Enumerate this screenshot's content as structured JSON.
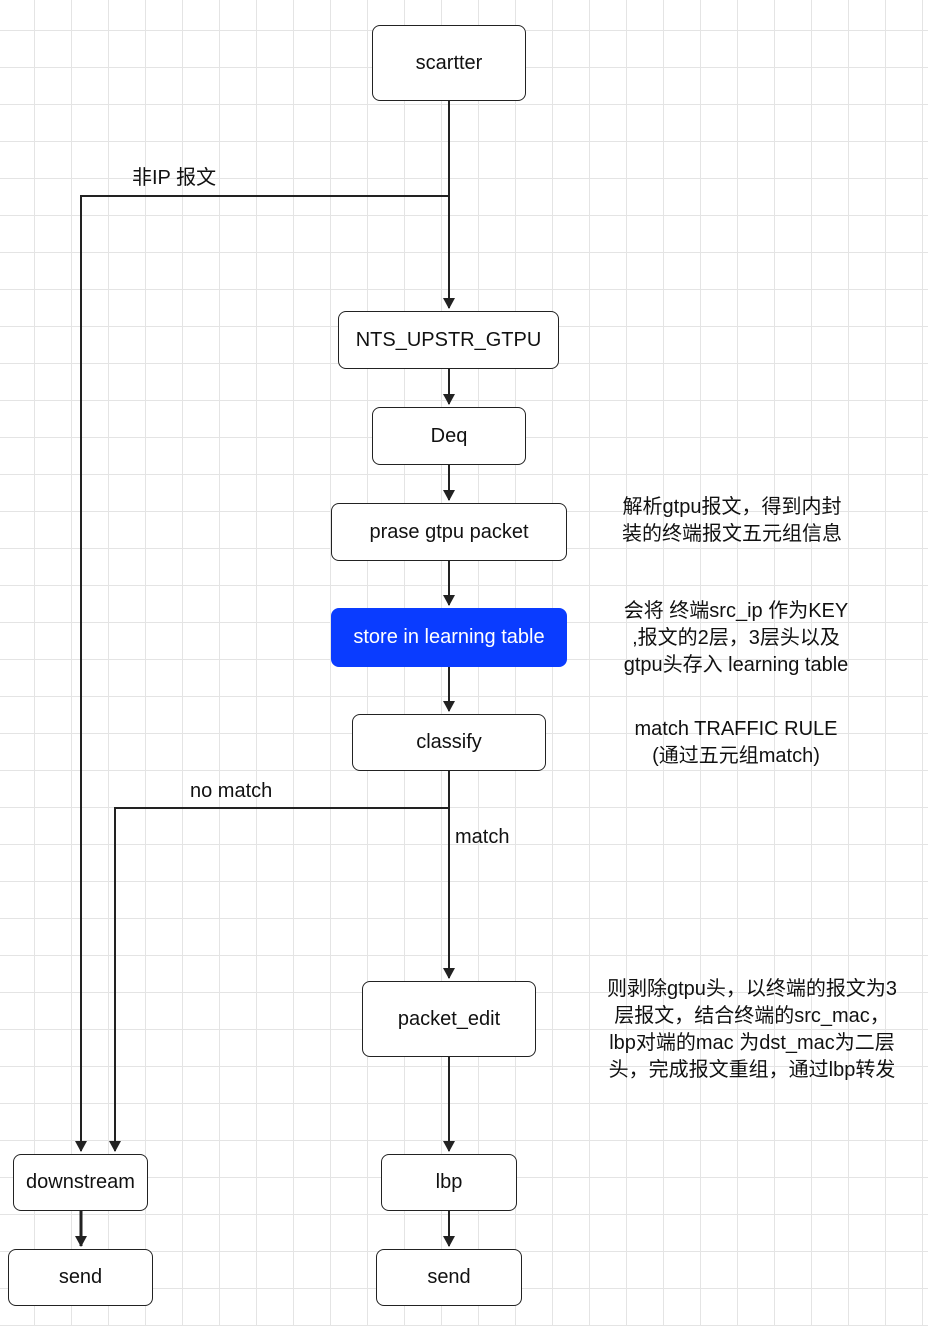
{
  "nodes": {
    "scartter": "scartter",
    "nts_upstr_gtpu": "NTS_UPSTR_GTPU",
    "deq": "Deq",
    "prase_gtpu_packet": "prase gtpu packet",
    "store_learning_table": "store in learning table",
    "classify": "classify",
    "packet_edit": "packet_edit",
    "downstream": "downstream",
    "lbp": "lbp",
    "send_left": "send",
    "send_right": "send"
  },
  "edge_labels": {
    "non_ip": "非IP 报文",
    "no_match": "no match",
    "match": "match"
  },
  "notes": {
    "parse": [
      "解析gtpu报文，得到内封",
      "装的终端报文五元组信息"
    ],
    "store": [
      "会将 终端src_ip 作为KEY",
      ",报文的2层，3层头以及",
      "gtpu头存入 learning table"
    ],
    "classify": [
      "match TRAFFIC RULE",
      "(通过五元组match)"
    ],
    "packet_edit": [
      "则剥除gtpu头，以终端的报文为3",
      "层报文，结合终端的src_mac，",
      "lbp对端的mac 为dst_mac为二层",
      "头，完成报文重组，通过lbp转发"
    ]
  },
  "colors": {
    "highlight_fill": "#0a3cff",
    "line": "#222222",
    "grid": "#e4e4e4"
  }
}
